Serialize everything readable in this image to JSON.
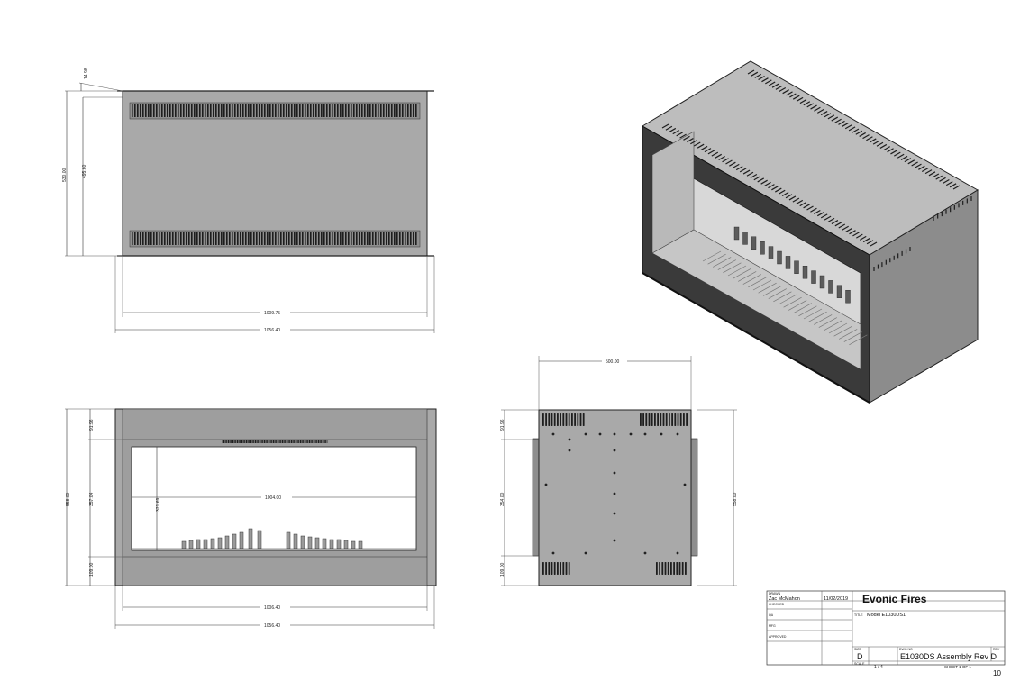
{
  "top_view": {
    "dims": {
      "lip": "14.98",
      "height_outer": "530.00",
      "height_inner": "495.60",
      "width_inner": "1009.75",
      "width_outer": "1056.40"
    }
  },
  "front_view": {
    "dims": {
      "top_band": "91.96",
      "height_total": "558.00",
      "opening": "357.04",
      "bottom_band": "109.00",
      "opening_inner": "321.69",
      "opening_width": "1004.00",
      "width_inner": "1006.40",
      "width_outer": "1056.40"
    }
  },
  "side_view": {
    "dims": {
      "depth": "500.00",
      "top_band": "91.96",
      "middle": "354.00",
      "bottom_band": "109.00",
      "height_total": "558.00"
    }
  },
  "title_block": {
    "drawn_label": "DRAWN",
    "drawn_by": "Zac McMahon",
    "drawn_date": "11/02/2019",
    "checked_label": "CHECKED",
    "qa_label": "QA",
    "mfg_label": "MFG",
    "approved_label": "APPROVED",
    "company": "Evonic Fires",
    "title_label": "TITLE",
    "title": "Model E1030DS1",
    "size_label": "SIZE",
    "size": "D",
    "dwg_label": "DWG NO",
    "dwg_no": "E1030DS Assembly Rev D",
    "rev_label": "REV",
    "scale_label": "SCALE",
    "scale": "1 / 4",
    "sheet": "SHEET 1  OF 1",
    "page_number": "10"
  },
  "colors": {
    "panel": "#a9a9a9",
    "panel_dark": "#6e6e6e",
    "line": "#222222",
    "vent": "#1e1e1e",
    "iso_top": "#bdbdbd",
    "iso_side": "#8c8c8c",
    "iso_front": "#3a3a3a"
  }
}
